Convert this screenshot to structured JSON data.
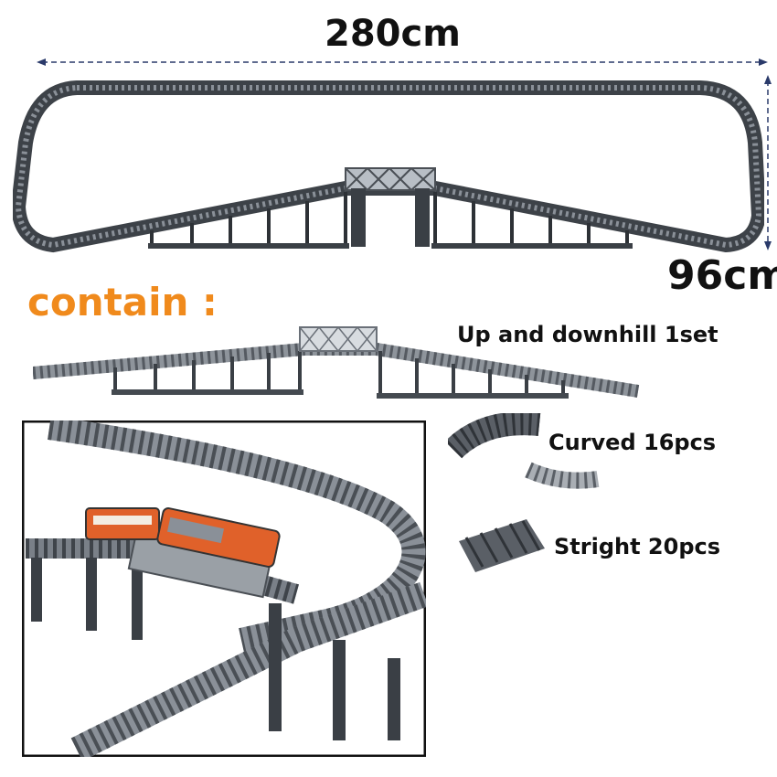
{
  "dimensions": {
    "width": "280cm",
    "height": "96cm"
  },
  "contain_label": "contain :",
  "items": [
    {
      "label": "Up and downhill 1set"
    },
    {
      "label": "Curved 16pcs"
    },
    {
      "label": "Stright 20pcs"
    }
  ],
  "colors": {
    "accent": "#f08a1c",
    "track": "#5a5f66",
    "track_light": "#9aa0a6",
    "locomotive": "#e0612a"
  }
}
